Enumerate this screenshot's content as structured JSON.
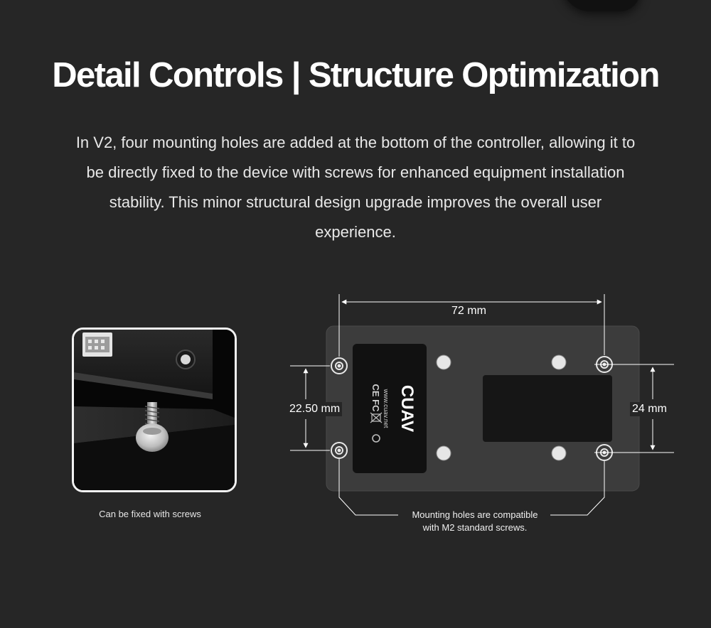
{
  "heading": {
    "title": "Detail Controls | Structure Optimization"
  },
  "description": {
    "text": "In V2, four mounting holes are added at the bottom of the controller, allowing it to be directly fixed to the device with screws for enhanced equipment installation stability. This minor structural design upgrade improves the overall user experience."
  },
  "photo": {
    "caption": "Can be fixed with screws"
  },
  "diagram": {
    "width_label": "72 mm",
    "left_height_label": "22.50 mm",
    "right_height_label": "24 mm",
    "holes_note_line1": "Mounting holes are compatible",
    "holes_note_line2": "with M2 standard screws."
  },
  "label_plate": {
    "brand": "CUAV",
    "website": "www.cuav.net",
    "marks": "CE FC"
  },
  "colors": {
    "background": "#262626",
    "board": "#3c3c3c",
    "plate": "#111111",
    "dimension_line": "#ffffff",
    "text": "#ffffff"
  }
}
